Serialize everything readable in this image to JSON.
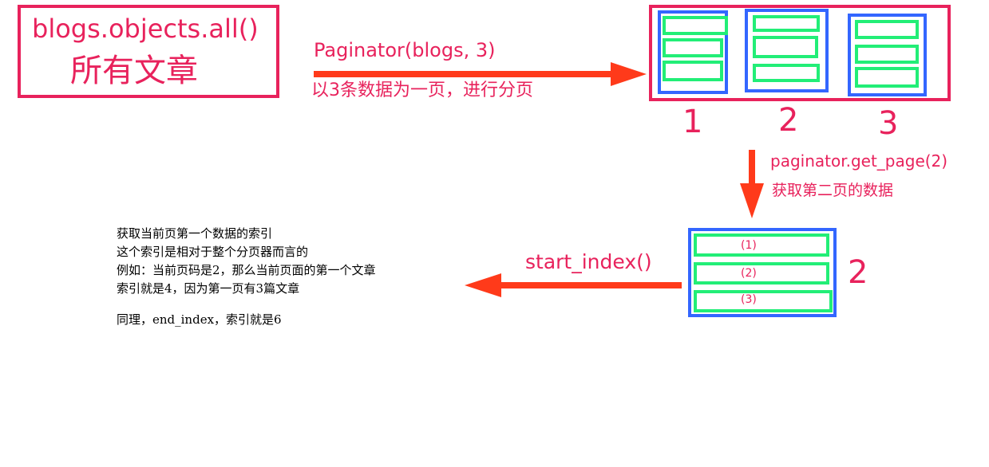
{
  "source": {
    "line1": "blogs.objects.all()",
    "line2": "所有文章"
  },
  "paginate": {
    "call": "Paginator(blogs, 3)",
    "description": "以3条数据为一页，进行分页"
  },
  "pages": {
    "numbers": [
      "1",
      "2",
      "3"
    ]
  },
  "get_page": {
    "call": "paginator.get_page(2)",
    "description": "获取第二页的数据"
  },
  "single_page": {
    "number": "2",
    "items": [
      "(1)",
      "(2)",
      "(3)"
    ]
  },
  "start_index": {
    "call": "start_index()"
  },
  "explanation": {
    "lines": [
      "获取当前页第一个数据的索引",
      "这个索引是相对于整个分页器而言的",
      "例如：当前页码是2，那么当前页面的第一个文章",
      "索引就是4，因为第一页有3篇文章"
    ],
    "footer": "同理，end_index，索引就是6"
  },
  "colors": {
    "red": "#e8225c",
    "arrow": "#ff3a1a",
    "blue": "#3366ff",
    "green": "#22ee77"
  }
}
